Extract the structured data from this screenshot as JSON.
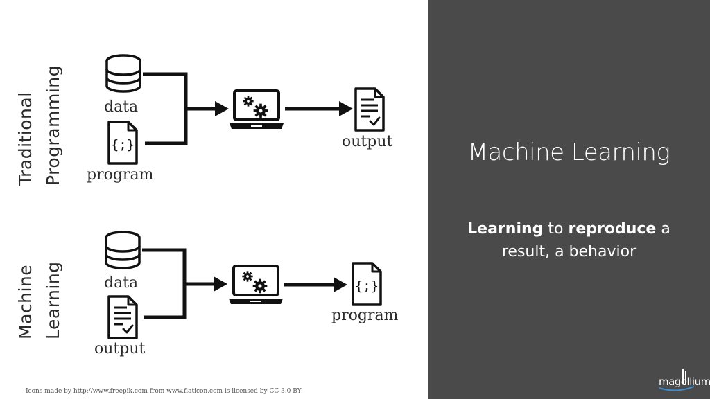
{
  "slide": {
    "colors": {
      "panel": "#4a4a4a",
      "ink": "#111111",
      "text": "#2b2b2b",
      "white": "#ffffff"
    },
    "traditional": {
      "title_line1": "Traditional",
      "title_line2": "Programming",
      "input1_label": "data",
      "input2_label": "program",
      "result_label": "output"
    },
    "ml": {
      "title_line1": "Machine",
      "title_line2": "Learning",
      "input1_label": "data",
      "input2_label": "output",
      "result_label": "program"
    },
    "code_glyph": "{;}",
    "credit": "Icons made by http://www.freepik.com from www.flaticon.com  is licensed by CC 3.0 BY",
    "panel": {
      "title": "Machine Learning",
      "desc_bold1": "Learning",
      "desc_part1": " to ",
      "desc_bold2": "reproduce",
      "desc_part2": " a result, a behavior"
    },
    "logo_text": "magellium"
  }
}
